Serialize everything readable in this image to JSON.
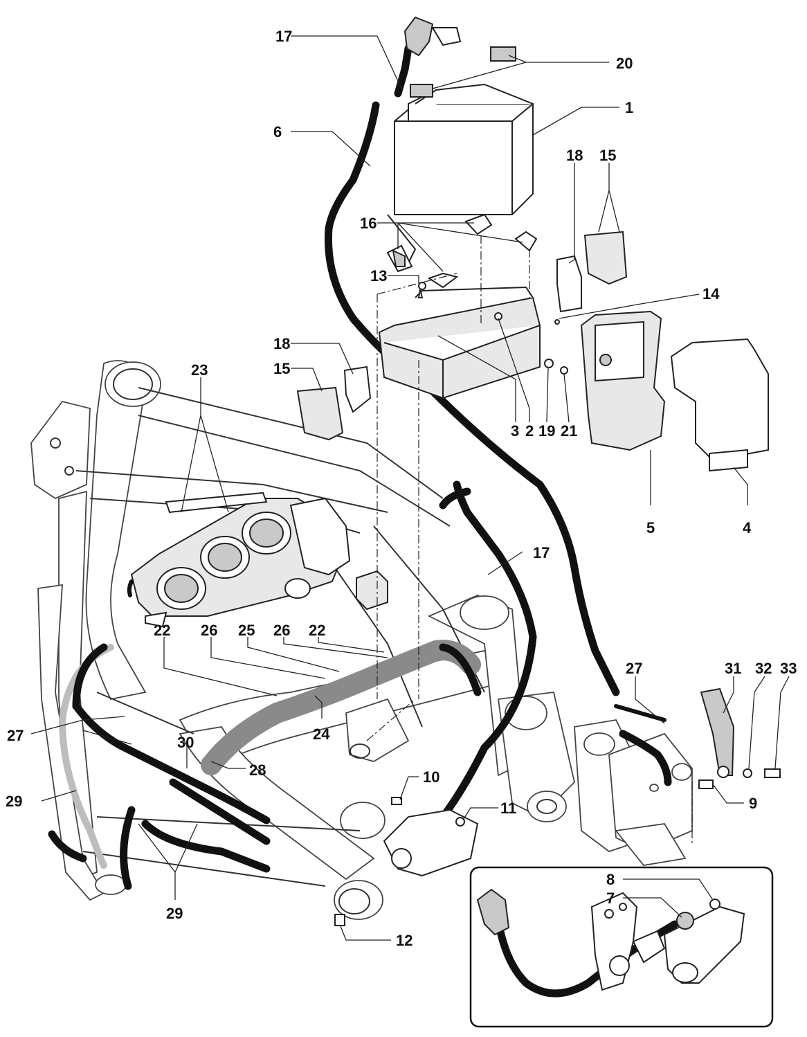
{
  "diagram": {
    "callouts": [
      {
        "id": "c1",
        "text": "17"
      },
      {
        "id": "c2",
        "text": "20"
      },
      {
        "id": "c3",
        "text": "1"
      },
      {
        "id": "c4",
        "text": "6"
      },
      {
        "id": "c5",
        "text": "18"
      },
      {
        "id": "c6",
        "text": "15"
      },
      {
        "id": "c7",
        "text": "16"
      },
      {
        "id": "c8",
        "text": "13"
      },
      {
        "id": "c9",
        "text": "14"
      },
      {
        "id": "c10",
        "text": "18"
      },
      {
        "id": "c11",
        "text": "15"
      },
      {
        "id": "c12",
        "text": "23"
      },
      {
        "id": "c13",
        "text": "3"
      },
      {
        "id": "c14",
        "text": "2"
      },
      {
        "id": "c15",
        "text": "19"
      },
      {
        "id": "c16",
        "text": "21"
      },
      {
        "id": "c17",
        "text": "5"
      },
      {
        "id": "c18",
        "text": "4"
      },
      {
        "id": "c19",
        "text": "17"
      },
      {
        "id": "c20",
        "text": "22"
      },
      {
        "id": "c21",
        "text": "26"
      },
      {
        "id": "c22",
        "text": "25"
      },
      {
        "id": "c23",
        "text": "26"
      },
      {
        "id": "c24",
        "text": "22"
      },
      {
        "id": "c25",
        "text": "27"
      },
      {
        "id": "c26",
        "text": "31"
      },
      {
        "id": "c27",
        "text": "32"
      },
      {
        "id": "c28",
        "text": "33"
      },
      {
        "id": "c29",
        "text": "27"
      },
      {
        "id": "c30",
        "text": "24"
      },
      {
        "id": "c31",
        "text": "30"
      },
      {
        "id": "c32",
        "text": "28"
      },
      {
        "id": "c33",
        "text": "10"
      },
      {
        "id": "c34",
        "text": "11"
      },
      {
        "id": "c35",
        "text": "29"
      },
      {
        "id": "c36",
        "text": "9"
      },
      {
        "id": "c37",
        "text": "8"
      },
      {
        "id": "c38",
        "text": "7"
      },
      {
        "id": "c39",
        "text": "29"
      },
      {
        "id": "c40",
        "text": "12"
      }
    ],
    "colors": {
      "ink": "#111111",
      "sleeve": "#8a8a8a",
      "paper": "#ffffff"
    }
  }
}
